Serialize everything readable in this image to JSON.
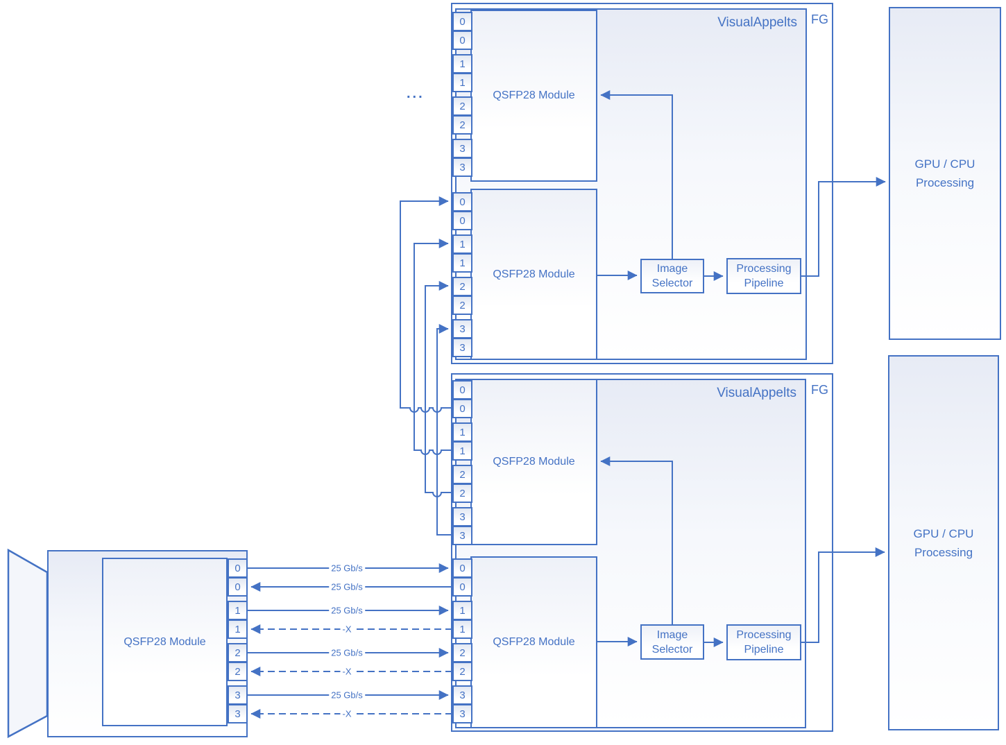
{
  "colors": {
    "accent": "#4472C4",
    "fill_light": "#e7ebf5"
  },
  "ellipsis": "...",
  "camera": {
    "module_label": "QSFP28 Module",
    "ports": [
      "0",
      "0",
      "1",
      "1",
      "2",
      "2",
      "3",
      "3"
    ]
  },
  "camera_links": [
    {
      "label": "25 Gb/s",
      "style": "solid",
      "direction": "to-framegrabber"
    },
    {
      "label": "25 Gb/s",
      "style": "solid",
      "direction": "to-camera"
    },
    {
      "label": "25 Gb/s",
      "style": "solid",
      "direction": "to-framegrabber"
    },
    {
      "label": "-X",
      "style": "dashed",
      "direction": "to-camera"
    },
    {
      "label": "25 Gb/s",
      "style": "solid",
      "direction": "to-framegrabber"
    },
    {
      "label": "-X",
      "style": "dashed",
      "direction": "to-camera"
    },
    {
      "label": "25 Gb/s",
      "style": "solid",
      "direction": "to-framegrabber"
    },
    {
      "label": "-X",
      "style": "dashed",
      "direction": "to-camera"
    }
  ],
  "framegrabbers": [
    {
      "title": "VisualAppelts",
      "tag": "FG",
      "modules": [
        {
          "label": "QSFP28 Module",
          "ports": [
            "0",
            "0",
            "1",
            "1",
            "2",
            "2",
            "3",
            "3"
          ]
        },
        {
          "label": "QSFP28 Module",
          "ports": [
            "0",
            "0",
            "1",
            "1",
            "2",
            "2",
            "3",
            "3"
          ]
        }
      ],
      "image_selector_lines": [
        "Image",
        "Selector"
      ],
      "pipeline_lines": [
        "Processing",
        "Pipeline"
      ]
    },
    {
      "title": "VisualAppelts",
      "tag": "FG",
      "modules": [
        {
          "label": "QSFP28 Module",
          "ports": [
            "0",
            "0",
            "1",
            "1",
            "2",
            "2",
            "3",
            "3"
          ]
        },
        {
          "label": "QSFP28 Module",
          "ports": [
            "0",
            "0",
            "1",
            "1",
            "2",
            "2",
            "3",
            "3"
          ]
        }
      ],
      "image_selector_lines": [
        "Image",
        "Selector"
      ],
      "pipeline_lines": [
        "Processing",
        "Pipeline"
      ]
    }
  ],
  "processors": [
    {
      "lines": [
        "GPU / CPU",
        "Processing"
      ]
    },
    {
      "lines": [
        "GPU / CPU",
        "Processing"
      ]
    }
  ]
}
